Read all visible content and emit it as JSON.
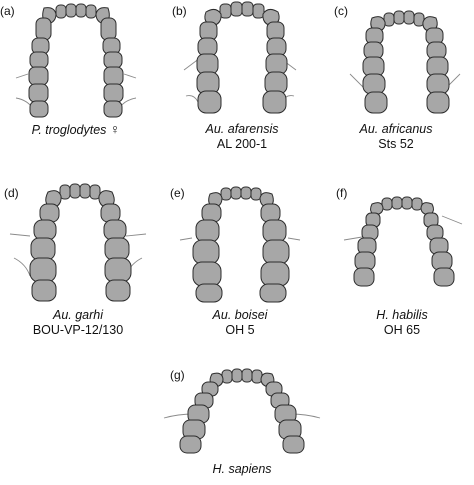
{
  "figure": {
    "panels": [
      {
        "id": "a",
        "label": "(a)",
        "species": "P. troglodytes",
        "symbol": "♀",
        "specimen": ""
      },
      {
        "id": "b",
        "label": "(b)",
        "species": "Au. afarensis",
        "symbol": "",
        "specimen": "AL 200-1"
      },
      {
        "id": "c",
        "label": "(c)",
        "species": "Au. africanus",
        "symbol": "",
        "specimen": "Sts 52"
      },
      {
        "id": "d",
        "label": "(d)",
        "species": "Au. garhi",
        "symbol": "",
        "specimen": "BOU-VP-12/130"
      },
      {
        "id": "e",
        "label": "(e)",
        "species": "Au. boisei",
        "symbol": "",
        "specimen": "OH 5"
      },
      {
        "id": "f",
        "label": "(f)",
        "species": "H. habilis",
        "symbol": "",
        "specimen": "OH 65"
      },
      {
        "id": "g",
        "label": "(g)",
        "species": "H. sapiens",
        "symbol": "",
        "specimen": ""
      }
    ],
    "colors": {
      "tooth_fill": "#a7a7a7",
      "tooth_outline": "#2c2c2c",
      "mandible_line": "#8a8a8a"
    }
  }
}
